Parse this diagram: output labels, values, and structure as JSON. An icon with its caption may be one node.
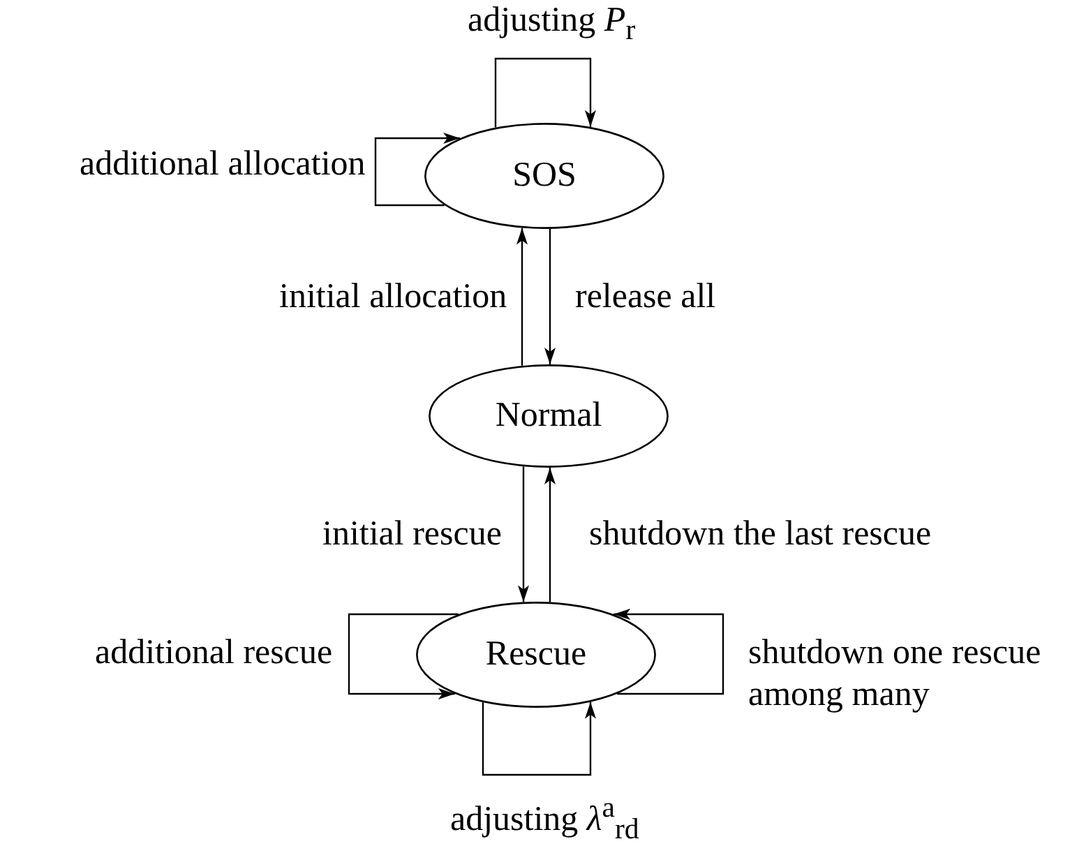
{
  "diagram": {
    "nodes": [
      {
        "text": [
          "SOS"
        ]
      },
      {
        "text": [
          "Normal"
        ]
      },
      {
        "text": [
          "Rescue"
        ]
      }
    ],
    "edges": [
      {
        "from": 0,
        "to": 0,
        "arrow": "to",
        "label": "adjusting *P*$_{r}$"
      },
      {
        "from": 0,
        "to": 0,
        "arrow": "to",
        "label": "additional allocation"
      },
      {
        "from": 1,
        "to": 0,
        "arrow": "to",
        "label": "initial allocation"
      },
      {
        "from": 0,
        "to": 1,
        "arrow": "to",
        "label": "release all"
      },
      {
        "from": 1,
        "to": 2,
        "arrow": "to",
        "label": "initial rescue"
      },
      {
        "from": 2,
        "to": 1,
        "arrow": "to",
        "label": "shutdown the last rescue"
      },
      {
        "from": 2,
        "to": 2,
        "arrow": "to",
        "label": "additional rescue"
      },
      {
        "from": 2,
        "to": 2,
        "arrow": "to",
        "label": "shutdown one rescue among many"
      },
      {
        "from": 2,
        "to": 2,
        "arrow": "to",
        "label": "adjusting *λ*$^{a}$$_{rd}$"
      }
    ]
  }
}
